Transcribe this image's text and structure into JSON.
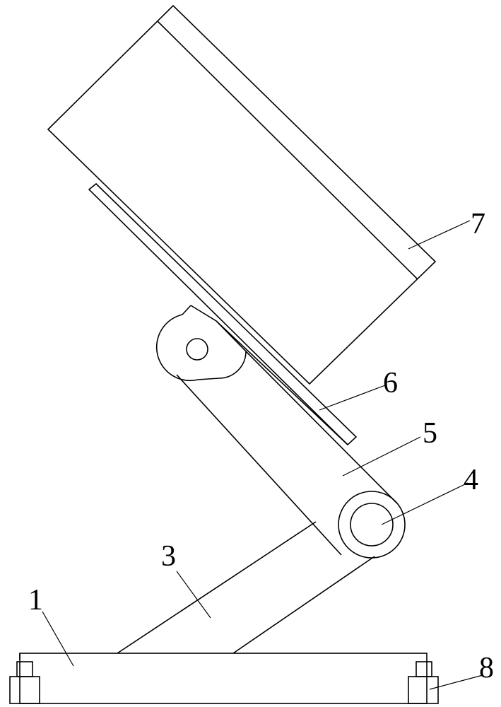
{
  "figure": {
    "callouts": [
      {
        "id": "1",
        "label": "1"
      },
      {
        "id": "3",
        "label": "3"
      },
      {
        "id": "4",
        "label": "4"
      },
      {
        "id": "5",
        "label": "5"
      },
      {
        "id": "6",
        "label": "6"
      },
      {
        "id": "7",
        "label": "7"
      },
      {
        "id": "8",
        "label": "8"
      }
    ]
  }
}
